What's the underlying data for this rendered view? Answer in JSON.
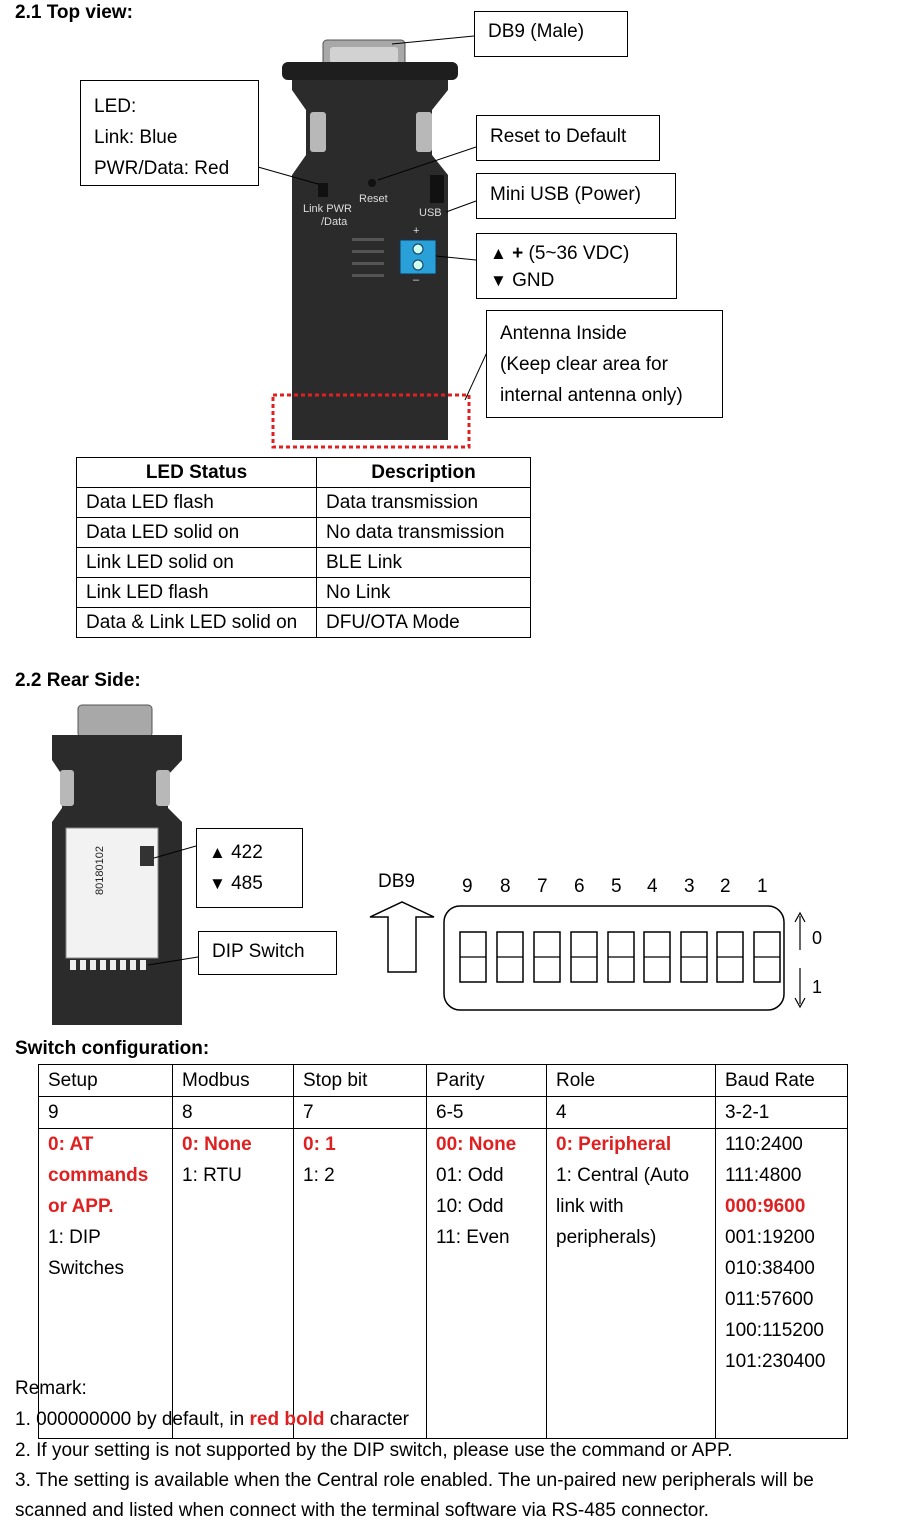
{
  "top_view": {
    "heading": "2.1 Top view:",
    "db9": "DB9 (Male)",
    "led_title": "LED:",
    "led_link": "Link: Blue",
    "led_pwr": "PWR/Data: Red",
    "reset": "Reset to Default",
    "mini_usb": "Mini USB (Power)",
    "plus": "(5~36 VDC)",
    "gnd": "GND",
    "antenna_1": "Antenna Inside",
    "antenna_2": "(Keep clear area for",
    "antenna_3": "internal antenna only)",
    "device_link": "Link PWR",
    "device_data": "/Data",
    "device_reset": "Reset",
    "device_usb": "USB"
  },
  "led_table": {
    "headers": [
      "LED Status",
      "Description"
    ],
    "rows": [
      [
        "Data LED flash",
        "Data transmission"
      ],
      [
        "Data LED solid on",
        "No data transmission"
      ],
      [
        "Link LED solid on",
        "BLE Link"
      ],
      [
        "Link LED flash",
        "No Link"
      ],
      [
        "Data & Link LED solid on",
        "DFU/OTA Mode"
      ]
    ]
  },
  "rear_side": {
    "heading": "2.2 Rear Side:",
    "opt_422": "422",
    "opt_485": "485",
    "dip_switch": "DIP Switch",
    "db9": "DB9",
    "pin_numbers": [
      "9",
      "8",
      "7",
      "6",
      "5",
      "4",
      "3",
      "2",
      "1"
    ],
    "state_0": "0",
    "state_1": "1",
    "serial": "80180102"
  },
  "switch_config": {
    "heading": "Switch configuration:",
    "headers": [
      "Setup",
      "Modbus",
      "Stop bit",
      "Parity",
      "Role",
      "Baud Rate"
    ],
    "bits": [
      "9",
      "8",
      "7",
      "6-5",
      "4",
      "3-2-1"
    ],
    "setup": [
      "0: AT",
      "commands",
      "or APP.",
      "1: DIP",
      "Switches"
    ],
    "modbus": [
      "0: None",
      "1: RTU"
    ],
    "stop_bit": [
      "0: 1",
      "1: 2"
    ],
    "parity": [
      "00: None",
      "01: Odd",
      "10: Odd",
      "11: Even"
    ],
    "role": [
      "0: Peripheral",
      "1: Central (Auto",
      "link with",
      "peripherals)"
    ],
    "baud": [
      "110:2400",
      "111:4800",
      "000:9600",
      "001:19200",
      "010:38400",
      "011:57600",
      "100:115200",
      "101:230400"
    ]
  },
  "remark": {
    "title": "Remark:",
    "line1_a": "1. 000000000 by default, in ",
    "line1_b": "red bold",
    "line1_c": " character",
    "line2": "2. If your setting is not supported by the DIP switch, please use the command or APP.",
    "line3a": "3. The setting is available when the Central role enabled. The un-paired new peripherals will be",
    "line3b": "scanned and listed when connect with the terminal software via RS-485 connector."
  },
  "colors": {
    "red": "#e02020",
    "terminal_blue": "#2aa0d8",
    "device_body": "#2b2b2b"
  }
}
